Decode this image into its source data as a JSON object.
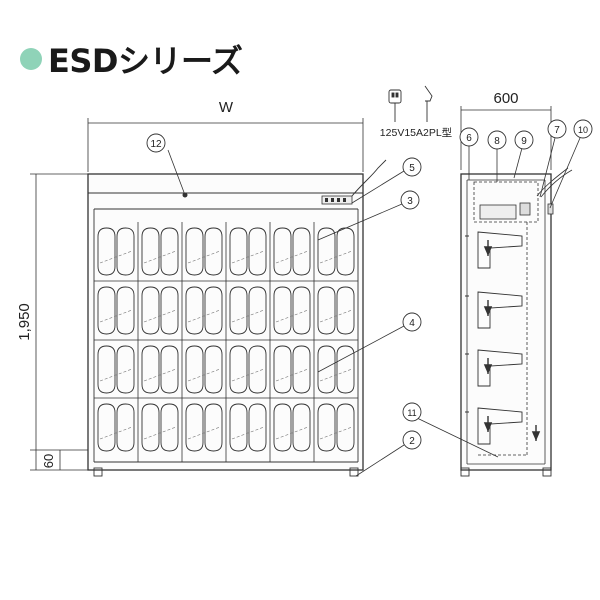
{
  "title": "ESDシリーズ",
  "dimensions": {
    "width": "W",
    "depth": "600",
    "height": "1,950",
    "base": "60"
  },
  "plug_label": "125V15A2PL型",
  "callouts": {
    "front": [
      "12",
      "5",
      "3",
      "4",
      "2"
    ],
    "side": [
      "6",
      "8",
      "9",
      "7",
      "10",
      "11"
    ]
  },
  "colors": {
    "accent_dot": "#8fd3b8",
    "line": "#333333"
  }
}
